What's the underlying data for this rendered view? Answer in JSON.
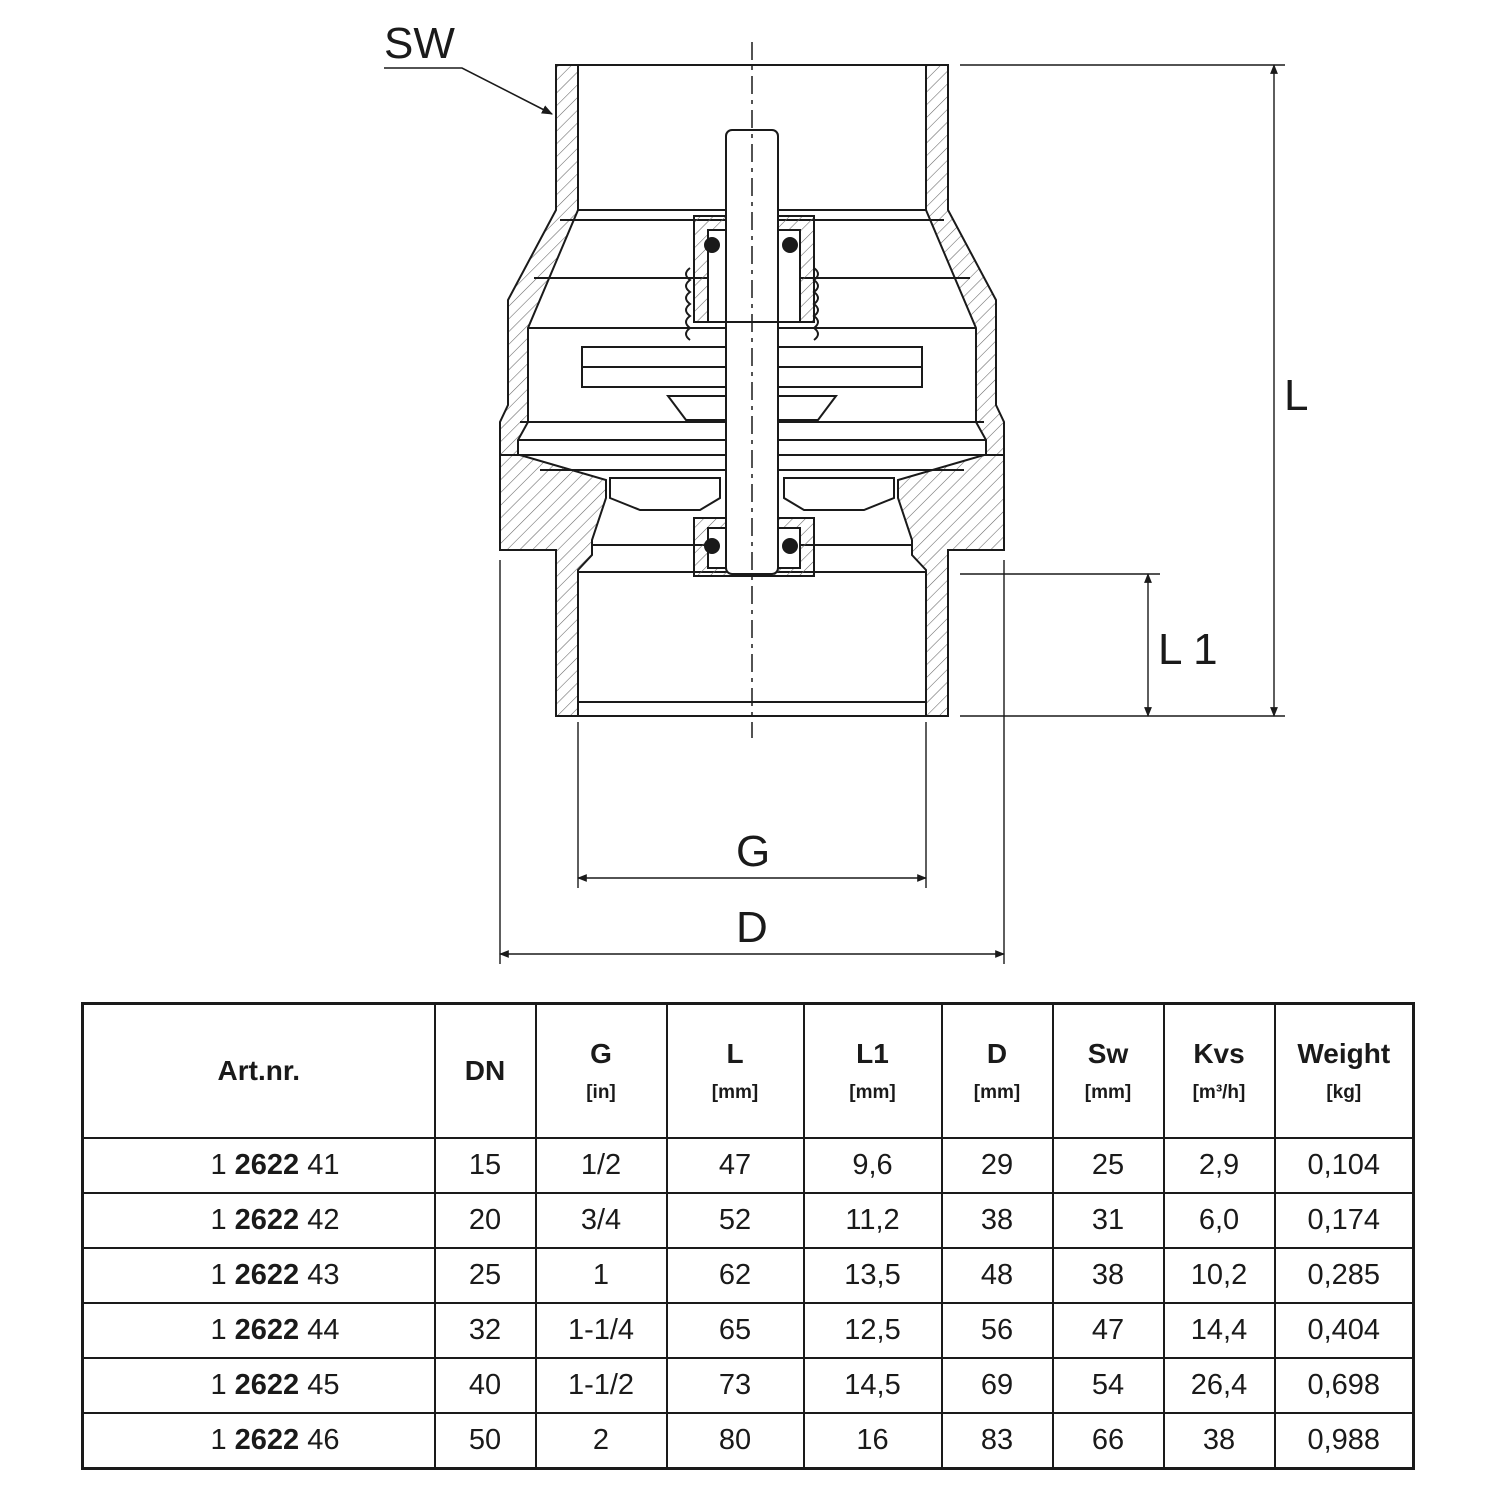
{
  "drawing": {
    "labels": {
      "sw": "SW",
      "l": "L",
      "l1": "L 1",
      "g": "G",
      "d": "D"
    }
  },
  "table": {
    "headers": [
      {
        "name": "Art.nr.",
        "unit": ""
      },
      {
        "name": "DN",
        "unit": ""
      },
      {
        "name": "G",
        "unit": "[in]"
      },
      {
        "name": "L",
        "unit": "[mm]"
      },
      {
        "name": "L1",
        "unit": "[mm]"
      },
      {
        "name": "D",
        "unit": "[mm]"
      },
      {
        "name": "Sw",
        "unit": "[mm]"
      },
      {
        "name": "Kvs",
        "unit": "[m³/h]"
      },
      {
        "name": "Weight",
        "unit": "[kg]"
      }
    ],
    "rows": [
      {
        "art_prefix": "1",
        "art_bold": "2622",
        "art_suffix": "41",
        "dn": "15",
        "g": "1/2",
        "l": "47",
        "l1": "9,6",
        "d": "29",
        "sw": "25",
        "kvs": "2,9",
        "weight": "0,104"
      },
      {
        "art_prefix": "1",
        "art_bold": "2622",
        "art_suffix": "42",
        "dn": "20",
        "g": "3/4",
        "l": "52",
        "l1": "11,2",
        "d": "38",
        "sw": "31",
        "kvs": "6,0",
        "weight": "0,174"
      },
      {
        "art_prefix": "1",
        "art_bold": "2622",
        "art_suffix": "43",
        "dn": "25",
        "g": "1",
        "l": "62",
        "l1": "13,5",
        "d": "48",
        "sw": "38",
        "kvs": "10,2",
        "weight": "0,285"
      },
      {
        "art_prefix": "1",
        "art_bold": "2622",
        "art_suffix": "44",
        "dn": "32",
        "g": "1-1/4",
        "l": "65",
        "l1": "12,5",
        "d": "56",
        "sw": "47",
        "kvs": "14,4",
        "weight": "0,404"
      },
      {
        "art_prefix": "1",
        "art_bold": "2622",
        "art_suffix": "45",
        "dn": "40",
        "g": "1-1/2",
        "l": "73",
        "l1": "14,5",
        "d": "69",
        "sw": "54",
        "kvs": "26,4",
        "weight": "0,698"
      },
      {
        "art_prefix": "1",
        "art_bold": "2622",
        "art_suffix": "46",
        "dn": "50",
        "g": "2",
        "l": "80",
        "l1": "16",
        "d": "83",
        "sw": "66",
        "kvs": "38",
        "weight": "0,988"
      }
    ]
  }
}
